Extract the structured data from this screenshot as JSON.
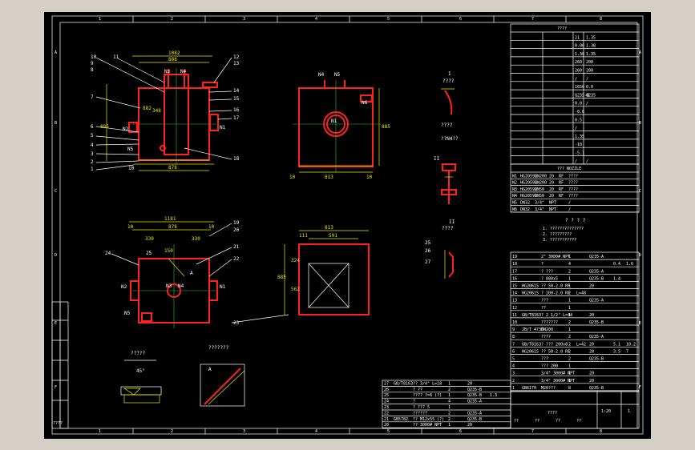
{
  "colors": {
    "background": "#000000",
    "frame": "#ffffff",
    "dimension": "#e8e800",
    "body": "#ff2020",
    "center_line": "#30c030"
  },
  "border": {
    "columns": [
      "1",
      "2",
      "3",
      "4",
      "5",
      "6",
      "7",
      "8"
    ],
    "rows": [
      "A",
      "B",
      "C",
      "D",
      "E",
      "F"
    ]
  },
  "front_view": {
    "dims": {
      "overall": "1082",
      "inner": "888",
      "bottom": "878",
      "left_height": "885",
      "d1": "348",
      "d2": "882"
    },
    "nozzles": {
      "n3": "N3",
      "n4": "N4",
      "n2": "N2",
      "n1": "N1",
      "n5": "N5"
    },
    "callouts": [
      "1",
      "2",
      "3",
      "4",
      "5",
      "6",
      "7",
      "8",
      "9",
      "10",
      "11",
      "12",
      "13",
      "14",
      "15",
      "16",
      "17",
      "18"
    ],
    "side_10": "10"
  },
  "side_view": {
    "dims": {
      "bottom": "813",
      "right_height": "885",
      "side_10a": "10",
      "side_10b": "10"
    },
    "nozzles": {
      "n4": "N4",
      "n5": "N5",
      "n6": "N6",
      "n1": "N1"
    }
  },
  "plan_view": {
    "dims": {
      "overall": "1181",
      "inner": "878",
      "seg_a": "330",
      "seg_b": "330",
      "left": "10",
      "right": "10",
      "d150": "150"
    },
    "nozzles": {
      "n2": "N2",
      "n1": "N1",
      "n3": "N3",
      "n4": "N4",
      "n5": "N5",
      "a": "A"
    },
    "callouts": [
      "19",
      "20",
      "21",
      "22",
      "23",
      "24",
      "25"
    ]
  },
  "top_view": {
    "dims": {
      "overall": "813",
      "inner": "591",
      "side": "111",
      "height": "885",
      "h1": "324",
      "h2": "562"
    }
  },
  "details": {
    "detail_I": "I",
    "detail_I_label": "????",
    "detail_II": "II",
    "detail_II_label": "????",
    "detail_mid_label": "??N4??",
    "callouts": [
      "25",
      "26",
      "27"
    ]
  },
  "weld_details": {
    "left_label": "?????",
    "right_label": "???????",
    "a": "A",
    "angle": "45°"
  },
  "notes": {
    "title": "? ? ? ?",
    "lines": [
      "1. ??????????????",
      "2. ?????????",
      "3. ???????????"
    ]
  },
  "design_table": {
    "title": "????",
    "rows": [
      [
        "",
        "",
        "21",
        "1.35"
      ],
      [
        "",
        "",
        "0.00",
        "1.38"
      ],
      [
        "",
        "",
        "1.38",
        "1.35"
      ],
      [
        "",
        "",
        "260",
        "200"
      ],
      [
        "",
        "",
        "260",
        "200"
      ],
      [
        "",
        "",
        "/",
        "/"
      ],
      [
        "",
        "",
        "1650",
        "0.0"
      ],
      [
        "",
        "",
        "Q235-B",
        "Q235"
      ],
      [
        "",
        "",
        "0.0",
        "/"
      ],
      [
        "",
        "",
        "-0.6",
        ""
      ],
      [
        "",
        "",
        "0.5",
        ""
      ],
      [
        "",
        "",
        "/",
        ""
      ],
      [
        "",
        "",
        "1.35",
        ""
      ],
      [
        "",
        "",
        "-10",
        ""
      ],
      [
        "",
        "",
        "-5.1",
        ""
      ],
      [
        "",
        "",
        "/",
        "/"
      ]
    ]
  },
  "nozzle_table": {
    "title": "??? NOZZLE",
    "rows": [
      [
        "N1",
        "HG20592",
        "DN200",
        "20",
        "RF",
        "????"
      ],
      [
        "N2",
        "HG20592",
        "DN200",
        "20",
        "RF",
        "????"
      ],
      [
        "N3",
        "HG20592",
        "DN50",
        "20",
        "RF",
        "????"
      ],
      [
        "N4",
        "HG20592",
        "DN50",
        "20",
        "RF",
        "????"
      ],
      [
        "N5",
        "DN32",
        "3/4\"",
        "NPT",
        "",
        "/"
      ],
      [
        "N6",
        "DN32",
        "3/4\"",
        "NPT",
        "",
        "/"
      ]
    ]
  },
  "parts_list": {
    "rows": [
      [
        "19",
        "",
        "2\" 3000# NPT",
        "1",
        "",
        "Q235-A",
        "",
        ""
      ],
      [
        "18",
        "",
        "?",
        "4",
        "",
        "",
        "0.4",
        "1.6"
      ],
      [
        "17",
        "",
        "? ???",
        "2",
        "",
        "Q235-A",
        "",
        ""
      ],
      [
        "16",
        "",
        "? 880x5",
        "1",
        "",
        "Q235-B",
        "1.4",
        ""
      ],
      [
        "15",
        "HG20615",
        "?? 50-2.0 RF",
        "1",
        "",
        "20",
        "",
        ""
      ],
      [
        "14",
        "HG20615",
        "? 200-2.0 RF",
        "2",
        "L=48",
        "",
        "",
        ""
      ],
      [
        "13",
        "",
        "???",
        "1",
        "",
        "Q235-A",
        "",
        ""
      ],
      [
        "12",
        "",
        "??",
        "1",
        "",
        "",
        "",
        ""
      ],
      [
        "11",
        "GB/T8163",
        "? 2 1/2\" L=44",
        "1",
        "",
        "20",
        "",
        ""
      ],
      [
        "10",
        "",
        "???????",
        "2",
        "",
        "Q235-B",
        "",
        ""
      ],
      [
        "9",
        "JB/T 4736",
        "DN200",
        "1",
        "",
        "",
        "",
        ""
      ],
      [
        "8",
        "",
        "????",
        "2",
        "",
        "Q235-A",
        "",
        ""
      ],
      [
        "7",
        "GB/T8163",
        "? ??? 200x8",
        "2",
        "L=42",
        "20",
        "5.1",
        "10.2"
      ],
      [
        "6",
        "HG20615",
        "?? 50-2.0 RF",
        "2",
        "",
        "20",
        "3.5",
        "7"
      ],
      [
        "5",
        "",
        "???",
        "2",
        "",
        "Q235-B",
        "",
        ""
      ],
      [
        "4",
        "",
        "??? 200",
        "1",
        "",
        "",
        "",
        ""
      ],
      [
        "3",
        "",
        "3/4\" 3000# NPT",
        "1",
        "",
        "20",
        "",
        ""
      ],
      [
        "2",
        "",
        "3/4\" 3000# NPT",
        "1",
        "",
        "20",
        "",
        ""
      ],
      [
        "1",
        "GB6170",
        "M20???",
        "8",
        "",
        "Q235-B",
        "",
        ""
      ]
    ]
  },
  "parts_list2": {
    "rows": [
      [
        "27",
        "GB/T8163",
        "?? 3/4\" L=18",
        "1",
        "",
        "20",
        "",
        ""
      ],
      [
        "26",
        "",
        "? ??",
        "2",
        "",
        "Q235-B",
        "",
        ""
      ],
      [
        "25",
        "",
        "???? ?=6 (?)",
        "1",
        "",
        "Q235-B",
        "1.3",
        ""
      ],
      [
        "24",
        "",
        "?",
        "4",
        "",
        "Q235-A",
        "",
        ""
      ],
      [
        "23",
        "",
        "? ??? 5",
        "1",
        "",
        "",
        "",
        ""
      ],
      [
        "22",
        "",
        "??????",
        "2",
        "",
        "Q235-A",
        "",
        ""
      ],
      [
        "21",
        "GB5782",
        "?? M12x55 (?)",
        "2",
        "",
        "Q235-B",
        "",
        ""
      ],
      [
        "20",
        "",
        "?? 3000# NPT",
        "1",
        "",
        "20",
        "",
        ""
      ]
    ]
  },
  "title_block": {
    "drawing_title": "????",
    "scale": "1:20",
    "sheet": "1",
    "labels": [
      "??",
      "??",
      "??",
      "??",
      "??",
      "??"
    ]
  },
  "revision_strip": {
    "label": "????"
  }
}
